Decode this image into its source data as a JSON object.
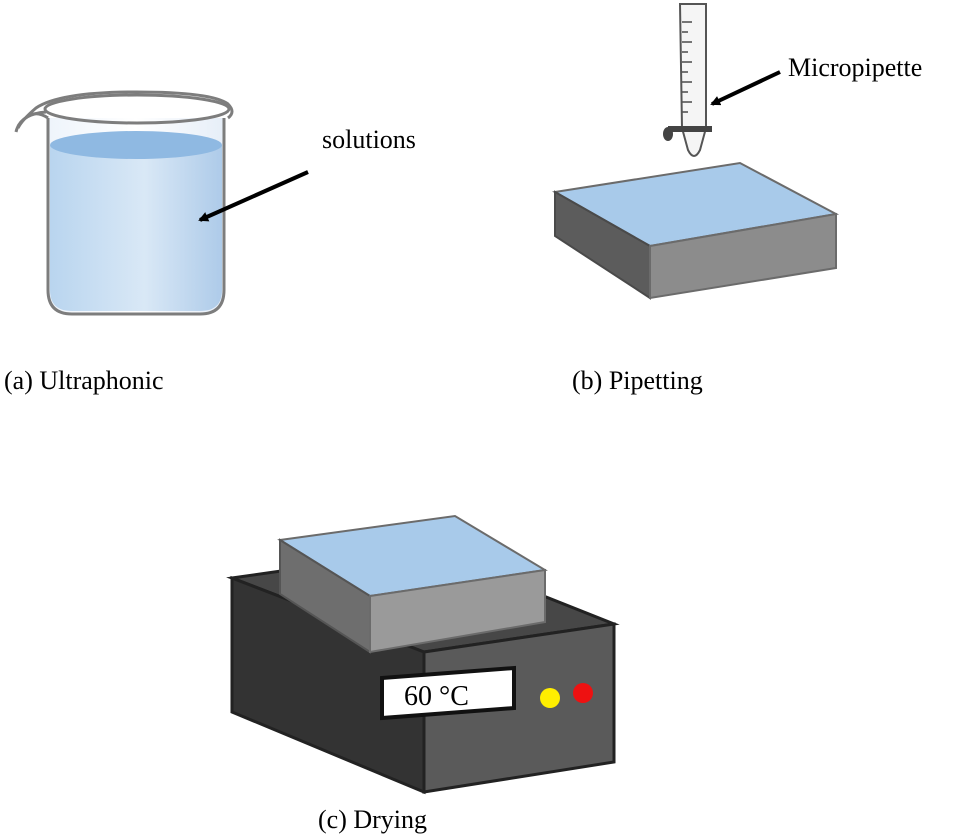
{
  "panels": {
    "ultrasonic": {
      "caption": "(a) Ultraphonic",
      "label": "solutions"
    },
    "pipetting": {
      "caption": "(b) Pipetting",
      "label": "Micropipette"
    },
    "drying": {
      "caption": "(c) Drying",
      "display": "60 °C",
      "indicator_colors": [
        "#ffee00",
        "#ee1111"
      ]
    }
  },
  "colors": {
    "liquid": "#a8caea",
    "substrate_side": "#8c8c8c",
    "hotplate_body": "#3d3d3d",
    "hotplate_front": "#5a5a5a"
  }
}
